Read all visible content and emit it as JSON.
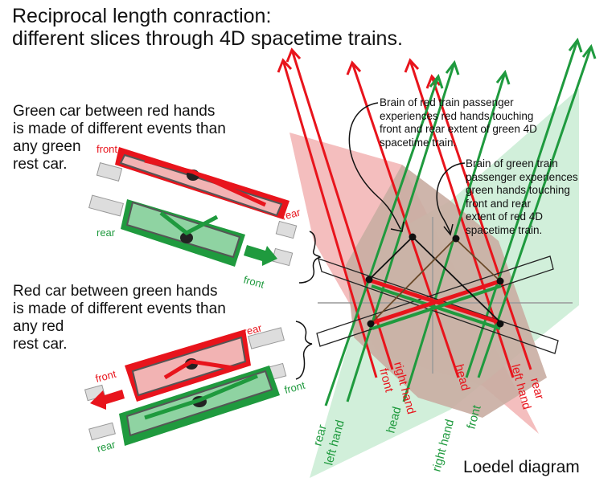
{
  "title": {
    "line1": "Reciprocal length conraction:",
    "line2": "different slices through 4D spacetime trains."
  },
  "colors": {
    "red": "#e8141c",
    "green": "#1f9a3e",
    "red_fill": "#f2b3b3",
    "green_fill": "#c9ecd3",
    "overlap_fill": "#c9ada2",
    "text": "#111111"
  },
  "captions": {
    "green_car": {
      "lines": [
        "Green car between red hands",
        "is made of different events than",
        "any green",
        "rest car."
      ]
    },
    "red_car": {
      "lines": [
        "Red car between green hands",
        "is made of different events than",
        "any red",
        "rest car."
      ]
    }
  },
  "car_scene_top": {
    "red_car": {
      "front_label": "front",
      "rear_label": "rear"
    },
    "green_car": {
      "front_label": "front",
      "rear_label": "rear"
    },
    "motion_arrow": "right-arrow"
  },
  "car_scene_bottom": {
    "red_car": {
      "front_label": "front",
      "rear_label": "rear"
    },
    "green_car": {
      "front_label": "front",
      "rear_label": "rear"
    },
    "motion_arrow": "left-arrow"
  },
  "annotations": {
    "red_brain": {
      "lines": [
        "Brain of red train passenger",
        "experiences red hands touching",
        "front and rear extent of green 4D",
        "spacetime train."
      ]
    },
    "green_brain": {
      "lines": [
        "Brain of green train",
        "passenger experiences",
        "green hands touching",
        "front and rear",
        "extent of red 4D",
        "spacetime train."
      ]
    }
  },
  "worldline_labels": {
    "green": [
      "rear",
      "left hand",
      "head",
      "right hand",
      "front"
    ],
    "red": [
      "front",
      "right hand",
      "head",
      "left hand",
      "rear"
    ]
  },
  "footer": "Loedel diagram"
}
